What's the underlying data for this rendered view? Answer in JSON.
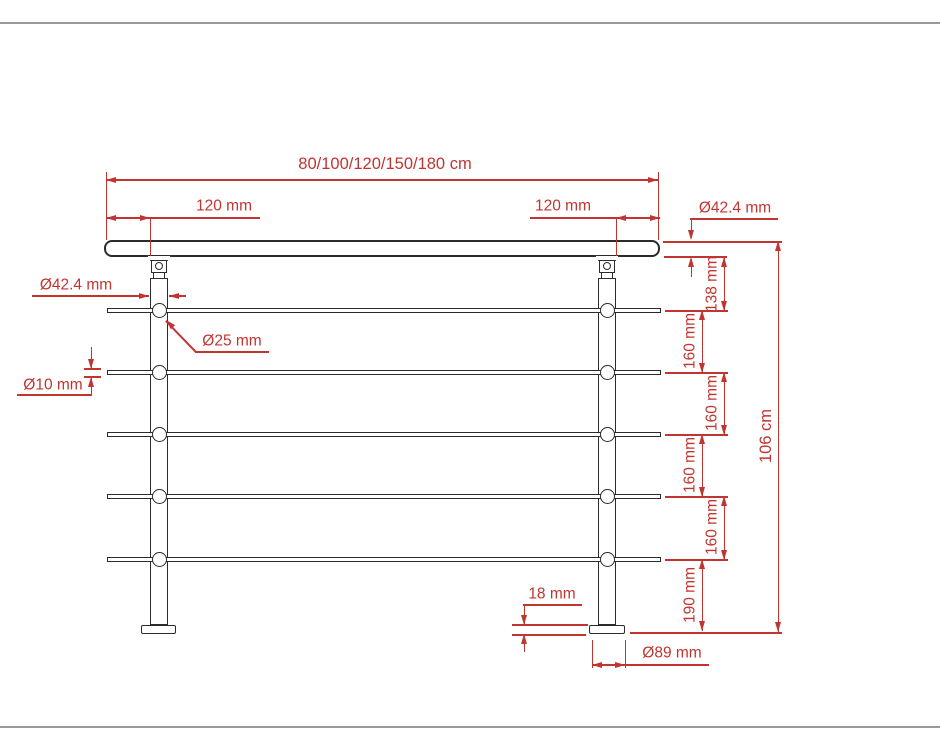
{
  "colors": {
    "dimension": "#c23430",
    "line": "#2b2b2b",
    "frame": "#9a9a9a",
    "background": "#ffffff"
  },
  "drawing": {
    "type": "balustrade-front-elevation",
    "dimensions": {
      "overall_width": "80/100/120/150/180 cm",
      "post_inset_left": "120 mm",
      "post_inset_right": "120 mm",
      "handrail_diameter": "Ø42.4 mm",
      "post_diameter": "Ø42.4 mm",
      "rail_holder_diameter": "Ø25 mm",
      "crossbar_diameter": "Ø10 mm",
      "handrail_to_first_bar": "138 mm",
      "bar_spacing_1": "160 mm",
      "bar_spacing_2": "160 mm",
      "bar_spacing_3": "160 mm",
      "bar_spacing_4": "160 mm",
      "last_bar_to_ground": "190 mm",
      "total_height": "106 cm",
      "base_plate_height": "18 mm",
      "base_plate_diameter": "Ø89 mm"
    }
  }
}
